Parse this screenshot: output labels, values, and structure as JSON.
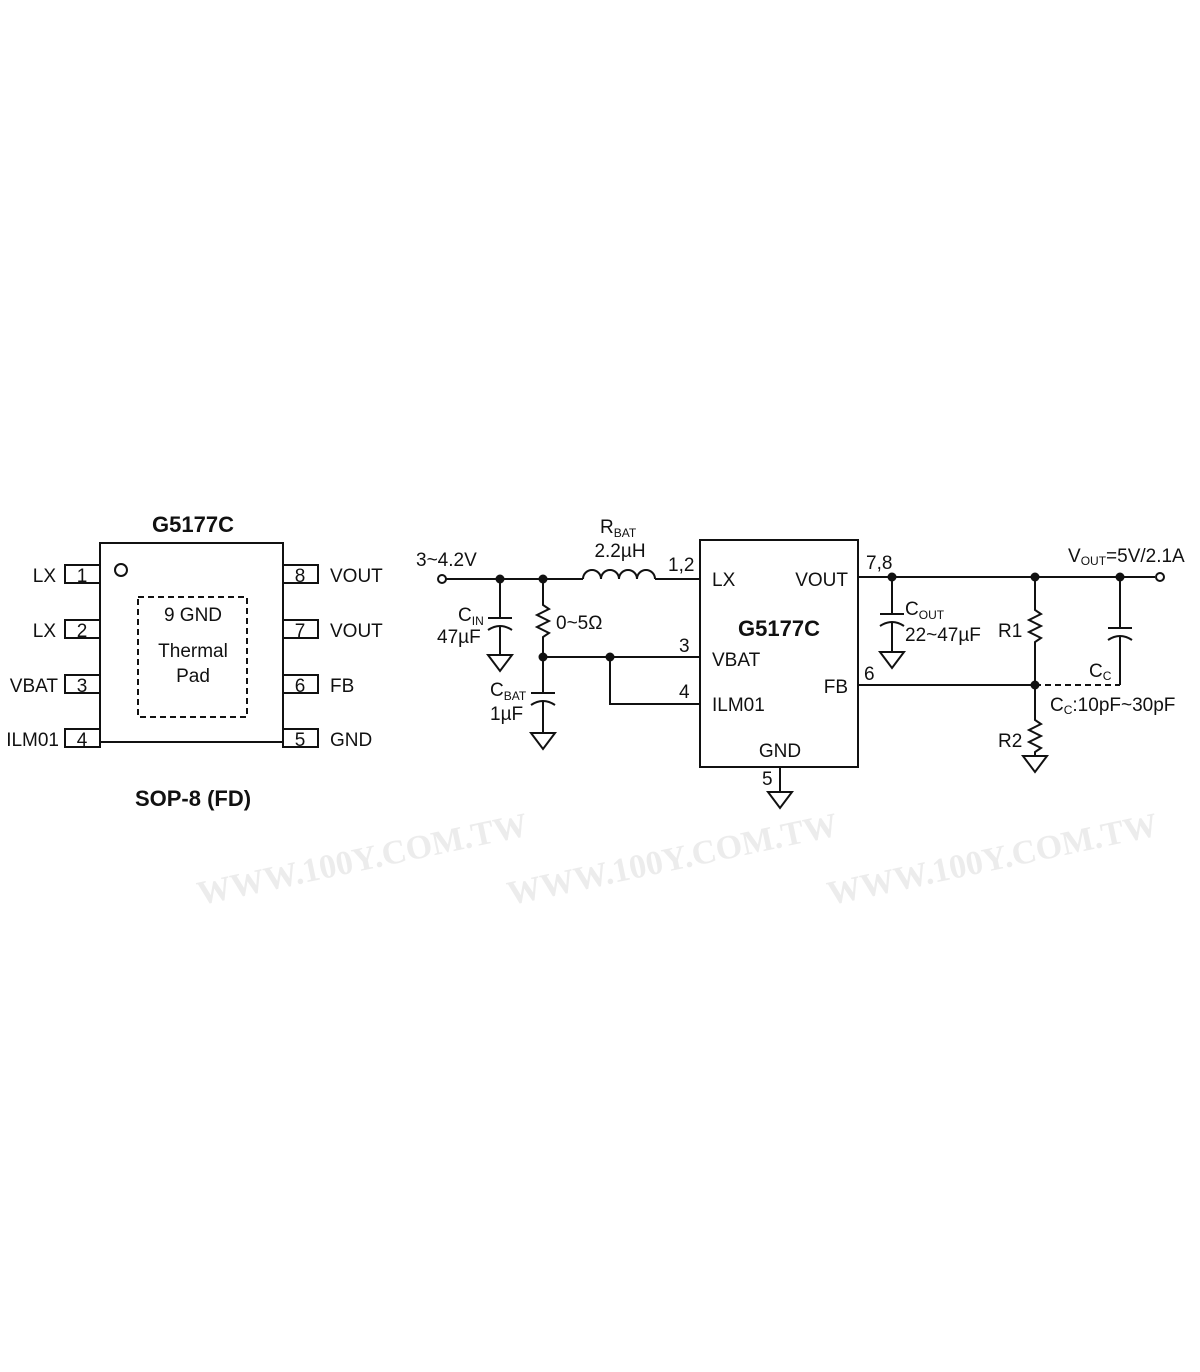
{
  "watermark": "WWW.100Y.COM.TW",
  "package": {
    "title": "G5177C",
    "caption": "SOP-8 (FD)",
    "thermal_pad": [
      "9 GND",
      "Thermal",
      "Pad"
    ],
    "left_pins": [
      {
        "num": "1",
        "name": "LX"
      },
      {
        "num": "2",
        "name": "LX"
      },
      {
        "num": "3",
        "name": "VBAT"
      },
      {
        "num": "4",
        "name": "ILM01"
      }
    ],
    "right_pins": [
      {
        "num": "8",
        "name": "VOUT"
      },
      {
        "num": "7",
        "name": "VOUT"
      },
      {
        "num": "6",
        "name": "FB"
      },
      {
        "num": "5",
        "name": "GND"
      }
    ]
  },
  "schematic": {
    "input_label": "3~4.2V",
    "inductor": {
      "name": "R",
      "sub": "BAT",
      "value": "2.2µH"
    },
    "cin": {
      "name": "C",
      "sub": "IN",
      "value": "47µF"
    },
    "resistor_value": "0~5Ω",
    "cbat": {
      "name": "C",
      "sub": "BAT",
      "value": "1µF"
    },
    "ic": {
      "name": "G5177C",
      "lx": "LX",
      "vout": "VOUT",
      "vbat": "VBAT",
      "ilm": "ILM01",
      "fb": "FB",
      "gnd": "GND",
      "pin_lx": "1,2",
      "pin_vbat": "3",
      "pin_ilm": "4",
      "pin_gnd": "5",
      "pin_vout": "7,8",
      "pin_fb": "6"
    },
    "cout": {
      "name": "C",
      "sub": "OUT",
      "value": "22~47µF"
    },
    "r1": "R1",
    "r2": "R2",
    "cc": {
      "name": "C",
      "sub": "C"
    },
    "cc_range": {
      "name": "C",
      "sub": "C",
      "value": ":10pF~30pF"
    },
    "vout_label": {
      "name": "V",
      "sub": "OUT",
      "value": "=5V/2.1A"
    }
  }
}
